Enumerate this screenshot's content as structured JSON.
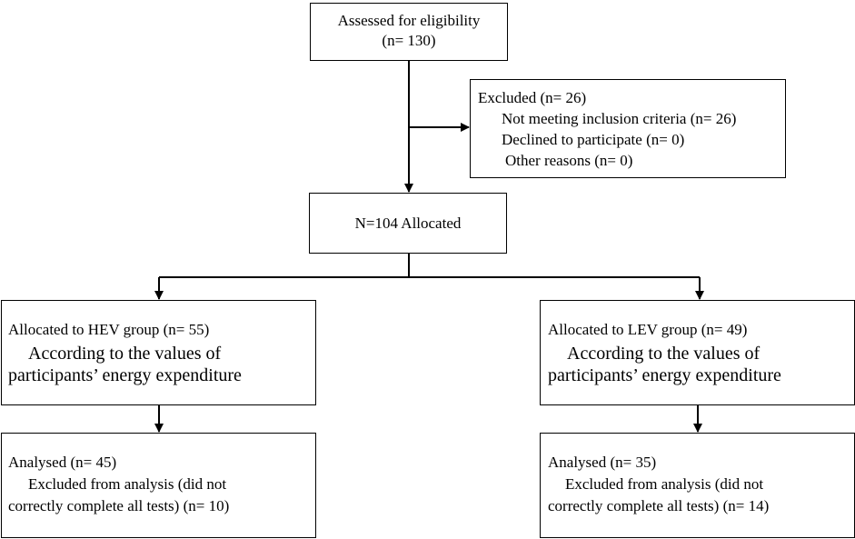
{
  "assessed": {
    "line1": "Assessed for eligibility",
    "line2": "(n= 130)"
  },
  "excluded": {
    "title": "Excluded  (n= 26)",
    "items": [
      "Not meeting inclusion criteria (n= 26)",
      "Declined to participate (n= 0)",
      "Other reasons (n= 0)"
    ]
  },
  "allocated": {
    "label": "N=104 Allocated"
  },
  "hev": {
    "allocated": {
      "line1": "Allocated to HEV group (n= 55)",
      "line2": "According to the values of",
      "line3": "participants’ energy expenditure"
    },
    "analysed": {
      "line1": "Analysed  (n= 45)",
      "line2": "Excluded from analysis (did not",
      "line3": "correctly complete all tests) (n= 10)"
    }
  },
  "lev": {
    "allocated": {
      "line1": "Allocated to LEV group (n= 49)",
      "line2": "According to the values of",
      "line3": "participants’ energy expenditure"
    },
    "analysed": {
      "line1": "Analysed  (n= 35)",
      "line2": "Excluded from analysis (did not",
      "line3": "correctly complete all tests) (n= 14)"
    }
  }
}
